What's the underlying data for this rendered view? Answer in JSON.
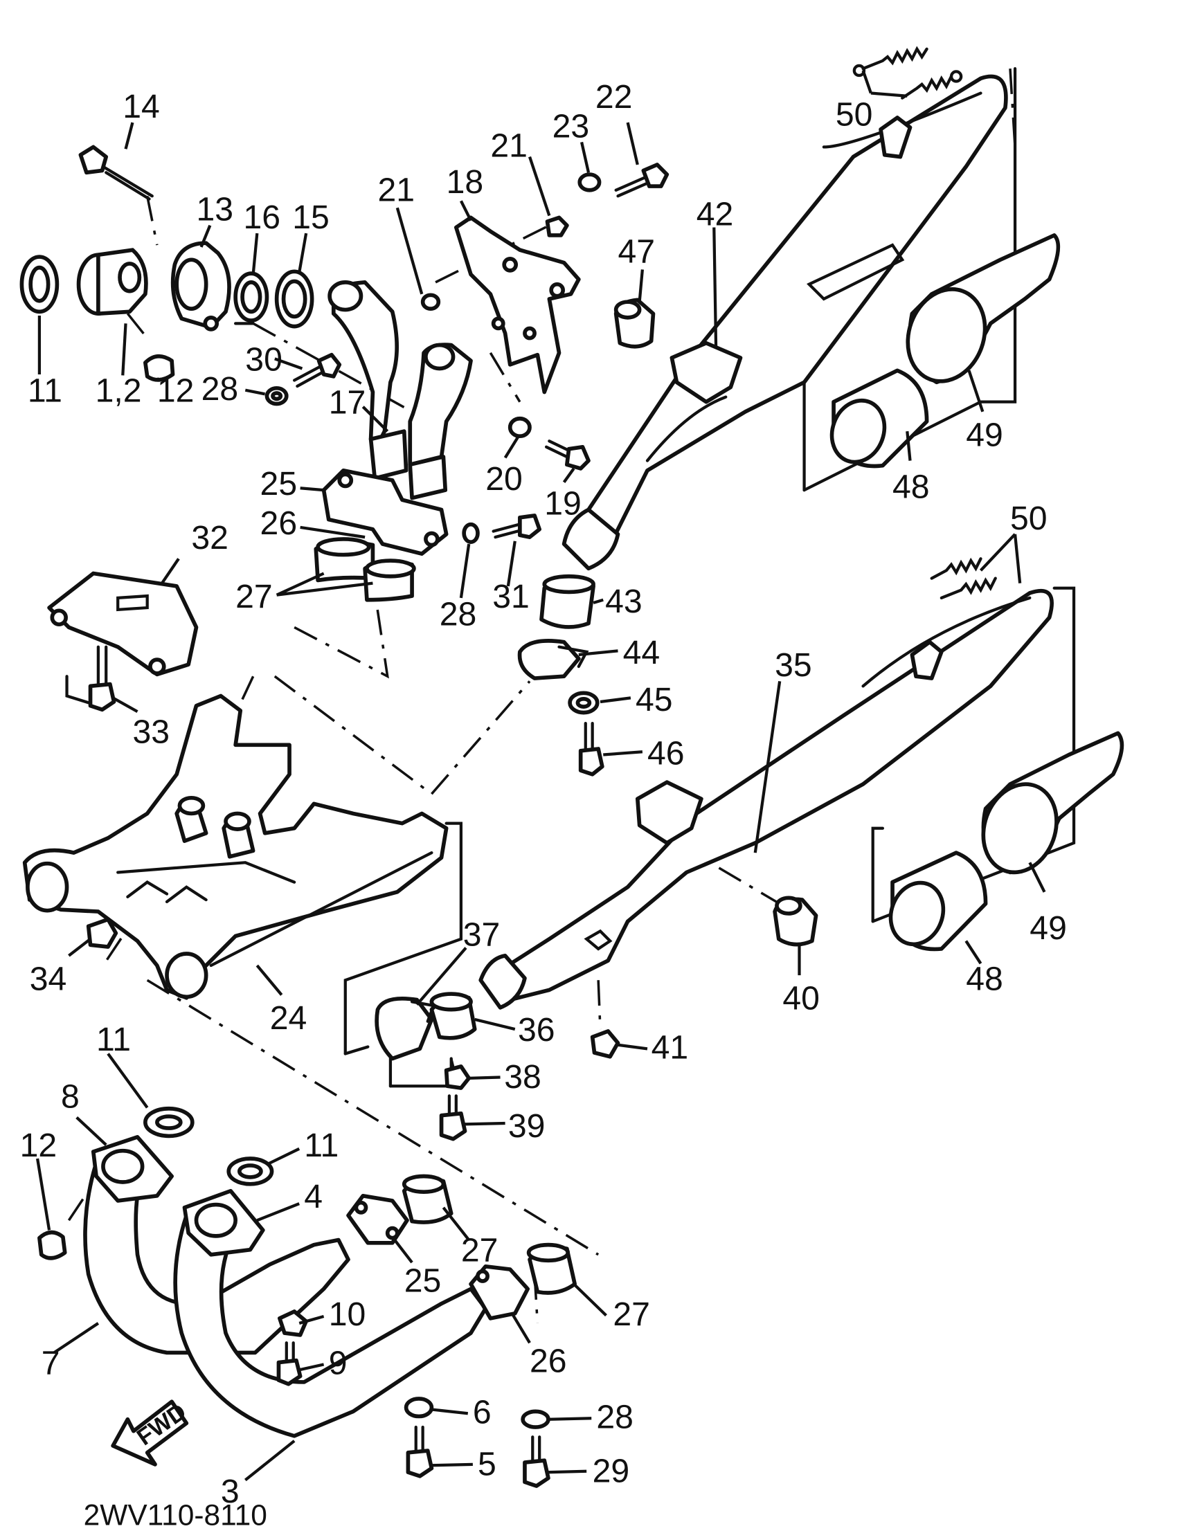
{
  "diagram": {
    "code": "2WV110-8110",
    "fwd_label": "FWD",
    "callouts": [
      {
        "id": "c14",
        "text": "14"
      },
      {
        "id": "c13",
        "text": "13"
      },
      {
        "id": "c16",
        "text": "16"
      },
      {
        "id": "c15",
        "text": "15"
      },
      {
        "id": "c11a",
        "text": "11"
      },
      {
        "id": "c1-2",
        "text": "1,2"
      },
      {
        "id": "c12a",
        "text": "12"
      },
      {
        "id": "c30",
        "text": "30"
      },
      {
        "id": "c28a",
        "text": "28"
      },
      {
        "id": "c17",
        "text": "17"
      },
      {
        "id": "c21a",
        "text": "21"
      },
      {
        "id": "c21b",
        "text": "21"
      },
      {
        "id": "c18",
        "text": "18"
      },
      {
        "id": "c23",
        "text": "23"
      },
      {
        "id": "c22",
        "text": "22"
      },
      {
        "id": "c47",
        "text": "47"
      },
      {
        "id": "c42",
        "text": "42"
      },
      {
        "id": "c50a",
        "text": "50"
      },
      {
        "id": "c49a",
        "text": "49"
      },
      {
        "id": "c48a",
        "text": "48"
      },
      {
        "id": "c20",
        "text": "20"
      },
      {
        "id": "c19",
        "text": "19"
      },
      {
        "id": "c25a",
        "text": "25"
      },
      {
        "id": "c26a",
        "text": "26"
      },
      {
        "id": "c27a",
        "text": "27"
      },
      {
        "id": "c28b",
        "text": "28"
      },
      {
        "id": "c31",
        "text": "31"
      },
      {
        "id": "c43",
        "text": "43"
      },
      {
        "id": "c44",
        "text": "44"
      },
      {
        "id": "c45",
        "text": "45"
      },
      {
        "id": "c46",
        "text": "46"
      },
      {
        "id": "c32",
        "text": "32"
      },
      {
        "id": "c33",
        "text": "33"
      },
      {
        "id": "c35",
        "text": "35"
      },
      {
        "id": "c50b",
        "text": "50"
      },
      {
        "id": "c49b",
        "text": "49"
      },
      {
        "id": "c48b",
        "text": "48"
      },
      {
        "id": "c40",
        "text": "40"
      },
      {
        "id": "c41",
        "text": "41"
      },
      {
        "id": "c34",
        "text": "34"
      },
      {
        "id": "c24",
        "text": "24"
      },
      {
        "id": "c37",
        "text": "37"
      },
      {
        "id": "c36",
        "text": "36"
      },
      {
        "id": "c38",
        "text": "38"
      },
      {
        "id": "c39",
        "text": "39"
      },
      {
        "id": "c11b",
        "text": "11"
      },
      {
        "id": "c8",
        "text": "8"
      },
      {
        "id": "c12b",
        "text": "12"
      },
      {
        "id": "c11c",
        "text": "11"
      },
      {
        "id": "c4",
        "text": "4"
      },
      {
        "id": "c27b",
        "text": "27"
      },
      {
        "id": "c25b",
        "text": "25"
      },
      {
        "id": "c27c",
        "text": "27"
      },
      {
        "id": "c10",
        "text": "10"
      },
      {
        "id": "c26b",
        "text": "26"
      },
      {
        "id": "c7",
        "text": "7"
      },
      {
        "id": "c9",
        "text": "9"
      },
      {
        "id": "c6",
        "text": "6"
      },
      {
        "id": "c28c",
        "text": "28"
      },
      {
        "id": "c5",
        "text": "5"
      },
      {
        "id": "c29",
        "text": "29"
      },
      {
        "id": "c3",
        "text": "3"
      }
    ]
  }
}
